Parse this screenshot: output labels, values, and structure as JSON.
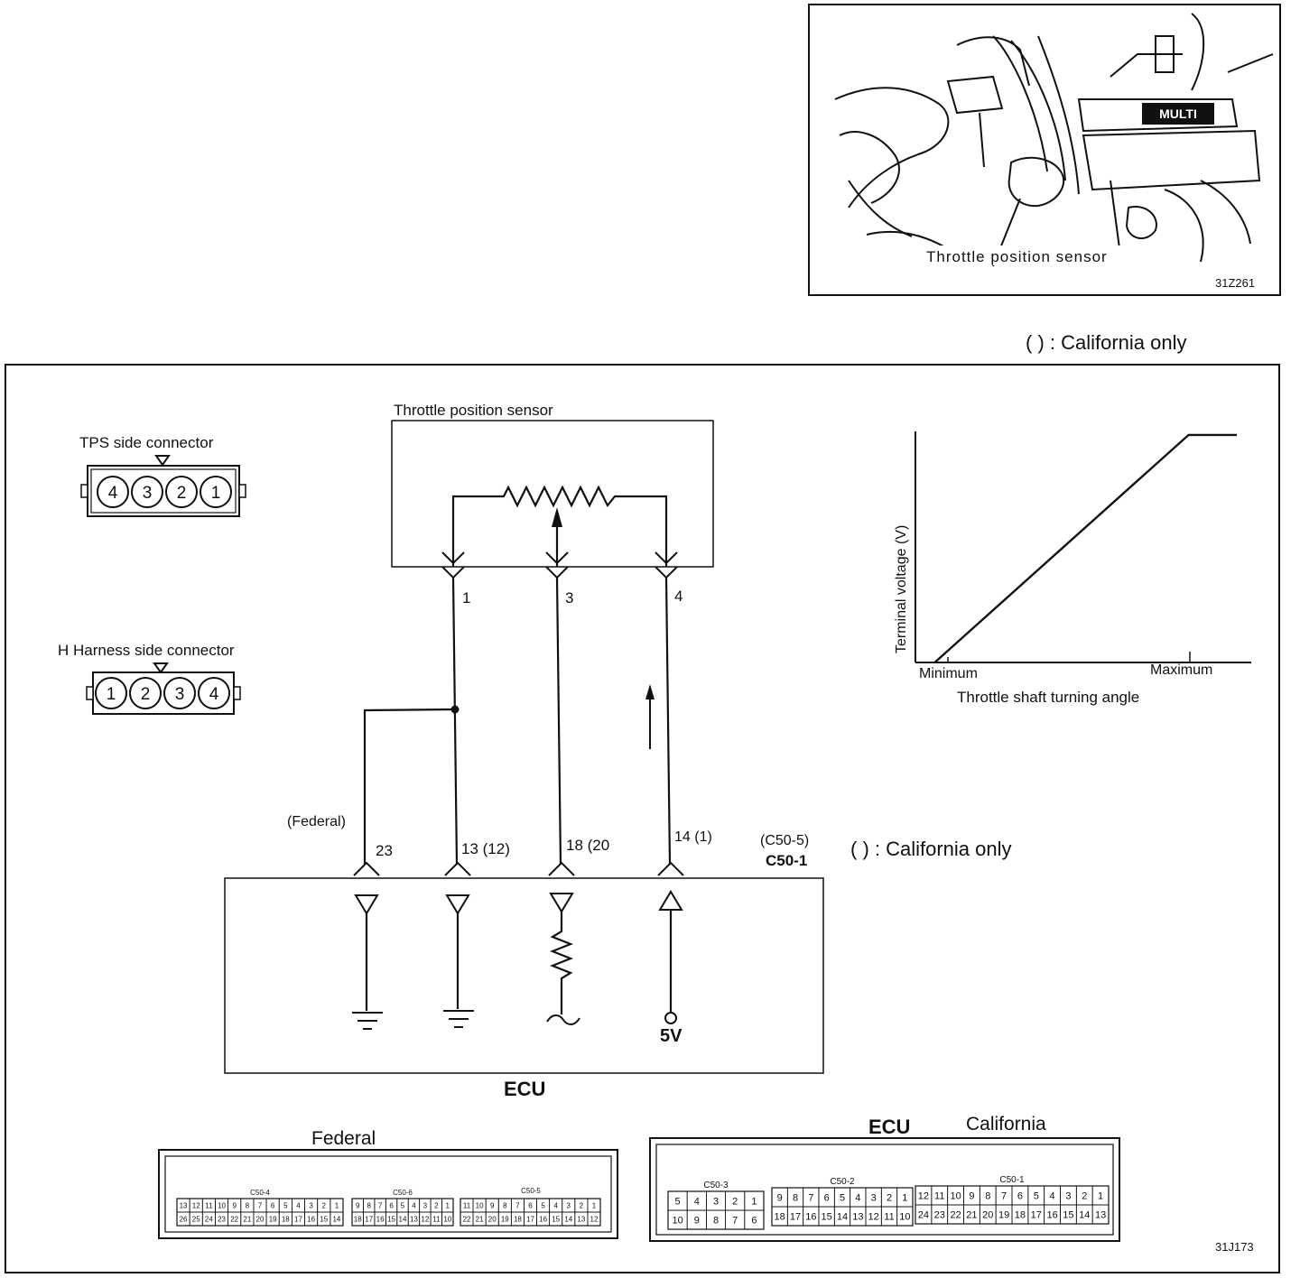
{
  "photo": {
    "caption": "Throttle position sensor",
    "figure_id": "31Z261",
    "badge_label": "MULTI"
  },
  "legend_top": "(       ) : California only",
  "legend_mid": "(       ) : California only",
  "tps_block": {
    "title": "Throttle position sensor",
    "pins": [
      "1",
      "3",
      "4"
    ]
  },
  "tps_side_connector": {
    "label": "TPS side connector",
    "pins": [
      "4",
      "3",
      "2",
      "1"
    ]
  },
  "harness_side_connector": {
    "label": "H Harness side connector",
    "pins": [
      "1",
      "2",
      "3",
      "4"
    ]
  },
  "ecu_terminals": {
    "federal_note": "(Federal)",
    "t1": "23",
    "t2": "13 (12)",
    "t3": "18 (20",
    "t4": "14 (1)",
    "connector_alt": "(C50-5)",
    "connector": "C50-1",
    "supply": "5V",
    "ecu_label": "ECU"
  },
  "chart": {
    "ylabel": "Terminal voltage (V)",
    "xlabel": "Throttle shaft turning angle",
    "tick_min": "Minimum",
    "tick_max": "Maximum"
  },
  "chart_data": {
    "type": "line",
    "title": "",
    "xlabel": "Throttle shaft turning angle",
    "ylabel": "Terminal voltage (V)",
    "x_ticks": [
      "Minimum",
      "Maximum"
    ],
    "series": [
      {
        "x": [
          0.06,
          0.85,
          1.0
        ],
        "y": [
          0.0,
          0.92,
          0.92
        ]
      }
    ],
    "grid": false
  },
  "federal_connector": {
    "title": "Federal",
    "groups": [
      {
        "name": "C50-4",
        "top": [
          "13",
          "12",
          "11",
          "10",
          "9",
          "8",
          "7",
          "6",
          "5",
          "4",
          "3",
          "2",
          "1"
        ],
        "bottom": [
          "26",
          "25",
          "24",
          "23",
          "22",
          "21",
          "20",
          "19",
          "18",
          "17",
          "16",
          "15",
          "14"
        ]
      },
      {
        "name": "C50-6",
        "top": [
          "9",
          "8",
          "7",
          "6",
          "5",
          "4",
          "3",
          "2",
          "1"
        ],
        "bottom": [
          "18",
          "17",
          "16",
          "15",
          "14",
          "13",
          "12",
          "11",
          "10"
        ]
      },
      {
        "name": "C50-5",
        "top": [
          "11",
          "10",
          "9",
          "8",
          "7",
          "6",
          "5",
          "4",
          "3",
          "2",
          "1"
        ],
        "bottom": [
          "22",
          "21",
          "20",
          "19",
          "18",
          "17",
          "16",
          "15",
          "14",
          "13",
          "12"
        ]
      }
    ]
  },
  "california_connector": {
    "title_ecu": "ECU",
    "title": "California",
    "groups": [
      {
        "name": "C50-3",
        "top": [
          "5",
          "4",
          "3",
          "2",
          "1"
        ],
        "bottom": [
          "10",
          "9",
          "8",
          "7",
          "6"
        ]
      },
      {
        "name": "C50-2",
        "top": [
          "9",
          "8",
          "7",
          "6",
          "5",
          "4",
          "3",
          "2",
          "1"
        ],
        "bottom": [
          "18",
          "17",
          "16",
          "15",
          "14",
          "13",
          "12",
          "11",
          "10"
        ]
      },
      {
        "name": "C50-1",
        "top": [
          "12",
          "11",
          "10",
          "9",
          "8",
          "7",
          "6",
          "5",
          "4",
          "3",
          "2",
          "1"
        ],
        "bottom": [
          "24",
          "23",
          "22",
          "21",
          "20",
          "19",
          "18",
          "17",
          "16",
          "15",
          "14",
          "13"
        ]
      }
    ]
  },
  "figure_id_bottom": "31J173"
}
